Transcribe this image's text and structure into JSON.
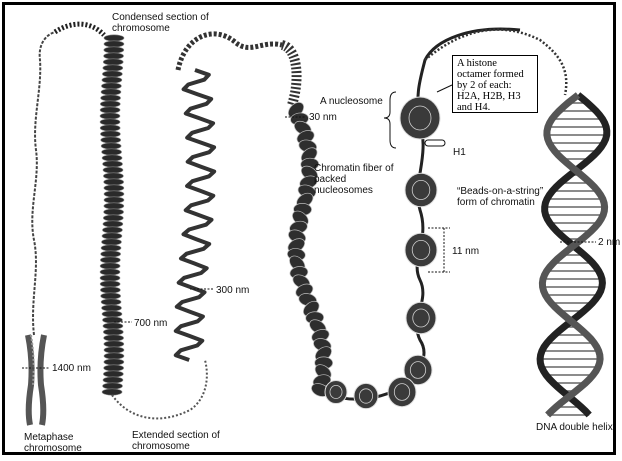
{
  "labels": {
    "condensed": "Condensed section of chromosome",
    "nm30": "30 nm",
    "nucleosome": "A nucleosome",
    "octamer": "A histone octamer formed by 2 of each: H2A, H2B, H3 and H4.",
    "h1": "H1",
    "fiber": "Chromatin fiber of packed nucleosomes",
    "beads": "“Beads-on-a-string” form of chromatin",
    "nm11": "11 nm",
    "nm2": "2 nm",
    "nm300": "300 nm",
    "nm700": "700 nm",
    "nm1400": "1400 nm",
    "metaphase": "Metaphase chromosome",
    "extended": "Extended section of chromosome",
    "dna": "DNA double helix"
  },
  "colors": {
    "ink": "#111111",
    "coil": "#2a2a2a",
    "bead": "#3a3a3a",
    "border": "#000000"
  }
}
